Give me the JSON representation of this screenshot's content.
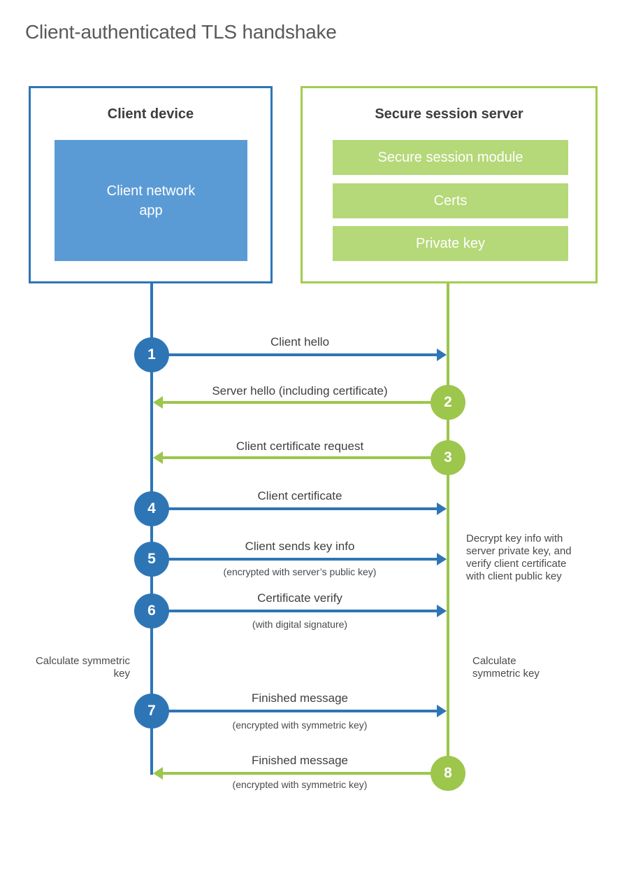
{
  "title": "Client-authenticated TLS handshake",
  "client_box": {
    "title": "Client device",
    "app_label": "Client network\napp"
  },
  "server_box": {
    "title": "Secure session server",
    "modules": [
      "Secure session module",
      "Certs",
      "Private key"
    ]
  },
  "messages": [
    {
      "number": "1",
      "label": "Client hello",
      "sublabel": "",
      "direction": "right",
      "color": "blue"
    },
    {
      "number": "2",
      "label": "Server hello (including certificate)",
      "sublabel": "",
      "direction": "left",
      "color": "green"
    },
    {
      "number": "3",
      "label": "Client certificate request",
      "sublabel": "",
      "direction": "left",
      "color": "green"
    },
    {
      "number": "4",
      "label": "Client certificate",
      "sublabel": "",
      "direction": "right",
      "color": "blue"
    },
    {
      "number": "5",
      "label": "Client sends key info",
      "sublabel": "(encrypted with server’s public key)",
      "direction": "right",
      "color": "blue"
    },
    {
      "number": "6",
      "label": "Certificate verify",
      "sublabel": "(with digital signature)",
      "direction": "right",
      "color": "blue"
    },
    {
      "number": "7",
      "label": "Finished message",
      "sublabel": "(encrypted with symmetric key)",
      "direction": "right",
      "color": "blue"
    },
    {
      "number": "8",
      "label": "Finished message",
      "sublabel": "(encrypted with symmetric key)",
      "direction": "left",
      "color": "green"
    }
  ],
  "notes": {
    "decrypt": "Decrypt key info with server private key, and verify client certificate with client public key",
    "calc_left": "Calculate symmetric key",
    "calc_right": "Calculate symmetric key"
  },
  "colors": {
    "blue_line": "#2e75b6",
    "blue_fill": "#5b9bd5",
    "green_line": "#9cc64c",
    "green_border": "#a3cc52",
    "green_fill": "#b5d878",
    "title_text": "#595959",
    "label_text": "#404040"
  }
}
